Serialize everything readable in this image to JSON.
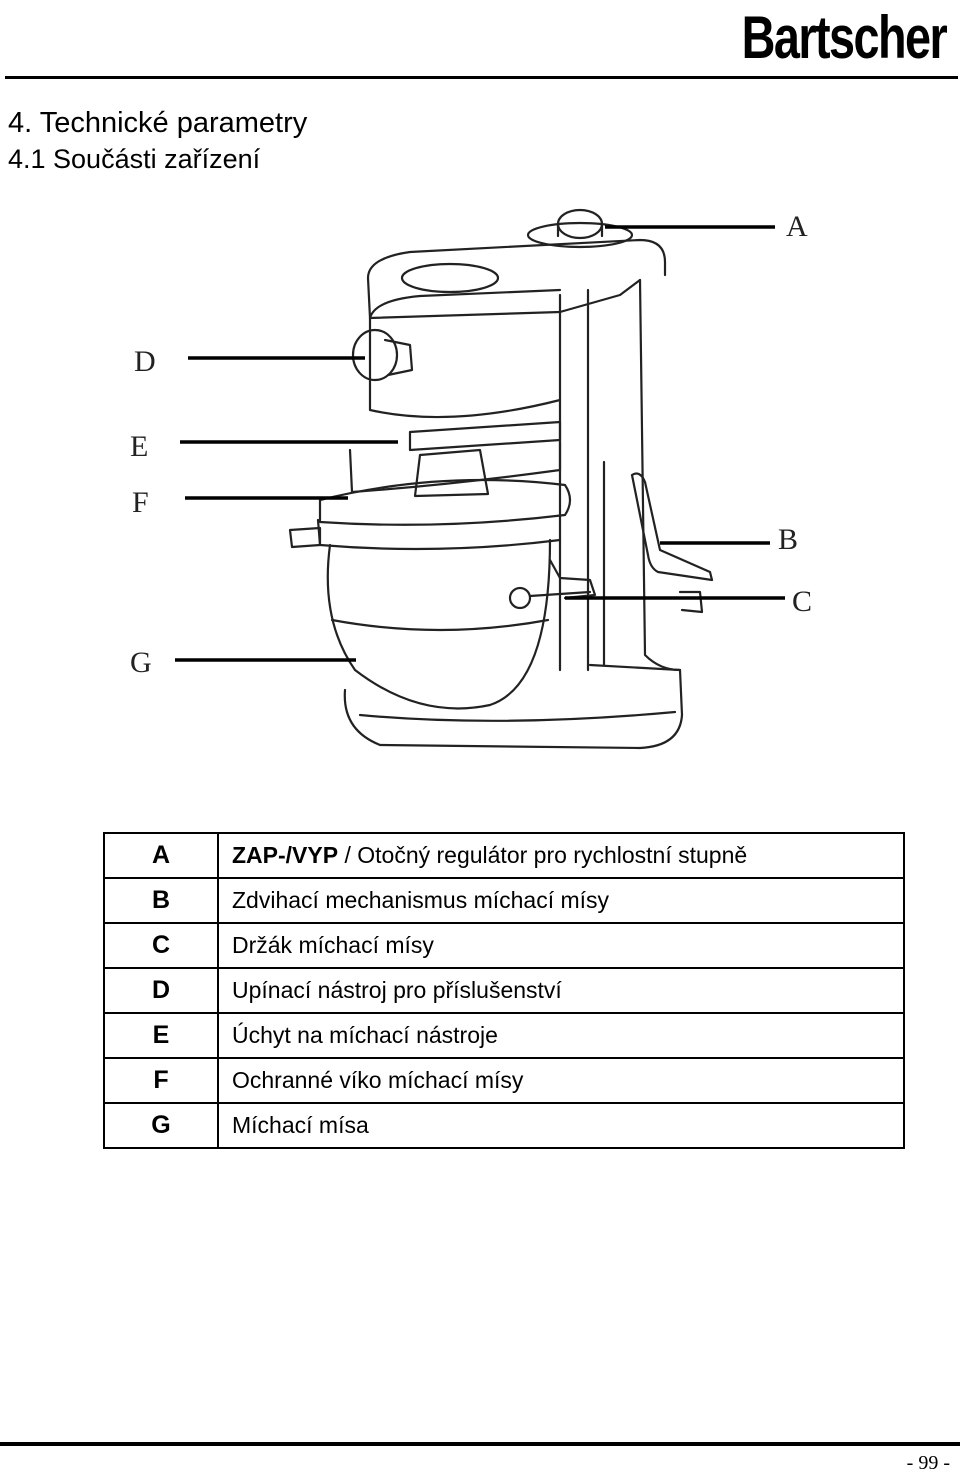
{
  "header": {
    "logo_text": "Bartscher"
  },
  "title": {
    "section": "4. Technické parametry",
    "subsection": "4.1 Součásti zařízení"
  },
  "figure": {
    "callouts": [
      "A",
      "B",
      "C",
      "D",
      "E",
      "F",
      "G"
    ]
  },
  "parts_table": {
    "rows": [
      {
        "key": "A",
        "desc_bold": "ZAP-/VYP",
        "desc": " / Otočný regulátor pro rychlostní stupně"
      },
      {
        "key": "B",
        "desc_bold": "",
        "desc": "Zdvihací mechanismus míchací mísy"
      },
      {
        "key": "C",
        "desc_bold": "",
        "desc": "Držák míchací mísy"
      },
      {
        "key": "D",
        "desc_bold": "",
        "desc": "Upínací nástroj pro příslušenství"
      },
      {
        "key": "E",
        "desc_bold": "",
        "desc": "Úchyt na míchací nástroje"
      },
      {
        "key": "F",
        "desc_bold": "",
        "desc": "Ochranné víko míchací mísy"
      },
      {
        "key": "G",
        "desc_bold": "",
        "desc": "Míchací mísa"
      }
    ]
  },
  "footer": {
    "page_number": "- 99 -"
  }
}
